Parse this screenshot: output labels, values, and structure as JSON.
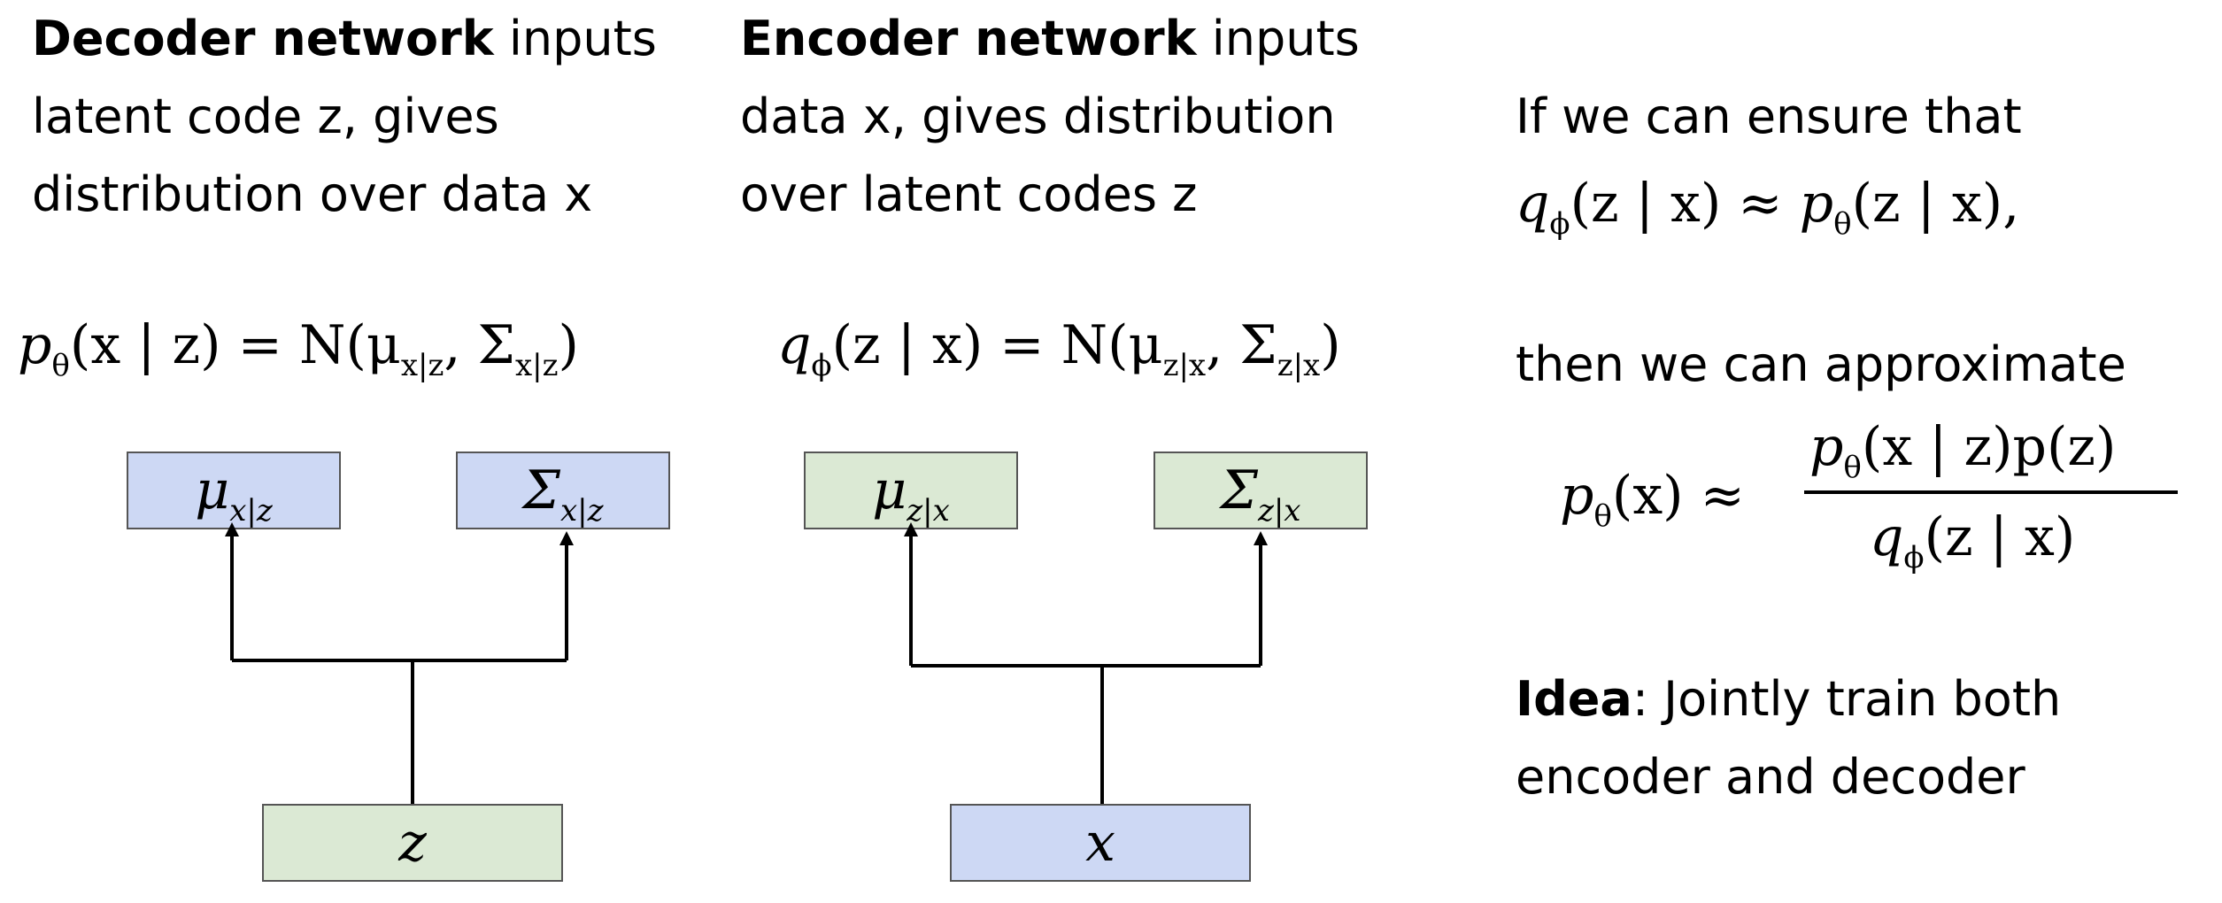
{
  "decoder": {
    "title_bold": "Decoder network",
    "title_rest": " inputs",
    "line2": "latent code z, gives",
    "line3": "distribution over data x",
    "formula": {
      "lhs_p": "p",
      "lhs_sub": "θ",
      "lhs_args": "(x | z) = N(μ",
      "mu_sub": "x|z",
      "mid": ", Σ",
      "sigma_sub": "x|z",
      "close": ")"
    },
    "mu_box": {
      "symbol": "μ",
      "sub": "x|z"
    },
    "sigma_box": {
      "symbol": "Σ",
      "sub": "x|z"
    },
    "input_box": "z",
    "box_colors": {
      "outputs": "#cdd8f4",
      "input": "#dbe9d4"
    }
  },
  "encoder": {
    "title_bold": "Encoder network",
    "title_rest": " inputs",
    "line2": "data x, gives distribution",
    "line3": "over latent codes z",
    "formula": {
      "lhs_q": "q",
      "lhs_sub": "ϕ",
      "lhs_args": "(z | x) = N(μ",
      "mu_sub": "z|x",
      "mid": ", Σ",
      "sigma_sub": "z|x",
      "close": ")"
    },
    "mu_box": {
      "symbol": "μ",
      "sub": "z|x"
    },
    "sigma_box": {
      "symbol": "Σ",
      "sub": "z|x"
    },
    "input_box": "x",
    "box_colors": {
      "outputs": "#dbe9d4",
      "input": "#cdd8f4"
    }
  },
  "right": {
    "line1": "If we can ensure that",
    "cond": {
      "q": "q",
      "q_sub": "ϕ",
      "q_args": "(z | x) ≈ ",
      "p": "p",
      "p_sub": "θ",
      "p_args": "(z | x),"
    },
    "line3": "then we can approximate",
    "approx": {
      "lhs": "p",
      "lhs_sub": "θ",
      "lhs_args": "(x) ≈",
      "num_p": "p",
      "num_sub": "θ",
      "num_args": "(x | z)p(z)",
      "den_q": "q",
      "den_sub": "ϕ",
      "den_args": "(z | x)"
    },
    "idea_bold": "Idea",
    "idea_rest": ": Jointly train both",
    "idea_line2": "encoder and decoder"
  }
}
